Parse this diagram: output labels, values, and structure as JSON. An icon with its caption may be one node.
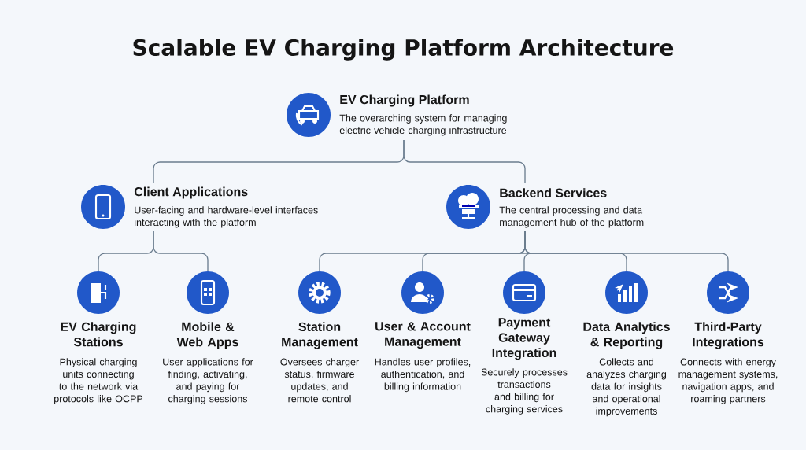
{
  "diagram": {
    "title": "Scalable EV Charging Platform Architecture",
    "nodes": [
      {
        "text": [
          "EV Charging Platform",
          "The overarching system for managing electric vehicle charging infrastructure"
        ]
      },
      {
        "text": [
          "Client Applications",
          "User-facing and hardware-level interfaces interacting with the platform"
        ]
      },
      {
        "text": [
          "Backend Services",
          "The central processing and data management hub of the platform"
        ]
      },
      {
        "text": [
          "EV Charging Stations",
          "Physical charging units connecting to the network via protocols like OCPP"
        ]
      },
      {
        "text": [
          "Mobile & Web Apps",
          "User applications for finding, activating, and paying for charging sessions"
        ]
      },
      {
        "text": [
          "Station Management",
          "Oversees charger status, firmware updates, and remote control"
        ]
      },
      {
        "text": [
          "User & Account Management",
          "Handles user profiles, authentication, and billing information"
        ]
      },
      {
        "text": [
          "Payment Gateway Integration",
          "Securely processes transactions and billing for charging services"
        ]
      },
      {
        "text": [
          "Data Analytics & Reporting",
          "Collects and analyzes charging data for insights and operational improvements"
        ]
      },
      {
        "text": [
          "Third-Party Integrations",
          "Connects with energy management systems, navigation apps, and roaming partners"
        ]
      }
    ],
    "edges": [
      {
        "from": 0,
        "to": 1,
        "arrow": "none"
      },
      {
        "from": 0,
        "to": 2,
        "arrow": "none"
      },
      {
        "from": 1,
        "to": 3,
        "arrow": "none"
      },
      {
        "from": 1,
        "to": 4,
        "arrow": "none"
      },
      {
        "from": 2,
        "to": 5,
        "arrow": "none"
      },
      {
        "from": 2,
        "to": 6,
        "arrow": "none"
      },
      {
        "from": 2,
        "to": 7,
        "arrow": "none"
      },
      {
        "from": 2,
        "to": 8,
        "arrow": "none"
      },
      {
        "from": 2,
        "to": 9,
        "arrow": "none"
      }
    ]
  }
}
